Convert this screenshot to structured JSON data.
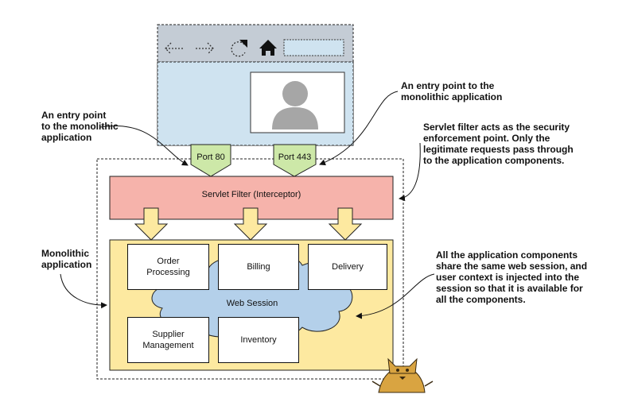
{
  "browser": {
    "back_icon": "arrow-left-icon",
    "forward_icon": "arrow-right-icon",
    "reload_icon": "reload-icon",
    "home_icon": "home-icon",
    "avatar_icon": "user-avatar-icon"
  },
  "ports": {
    "port80": "Port 80",
    "port443": "Port 443"
  },
  "filter_label": "Servlet Filter (Interceptor)",
  "components": {
    "order": "Order\nProcessing",
    "billing": "Billing",
    "delivery": "Delivery",
    "supplier": "Supplier\nManagement",
    "inventory": "Inventory"
  },
  "web_session_label": "Web Session",
  "callouts": {
    "entry_left": "An entry point\nto the monolithic\napplication",
    "entry_right": "An entry point to the\nmonolithic application",
    "servlet_filter": "Servlet filter acts as the security\nenforcement point. Only the\nlegitimate requests pass through\nto the application components.",
    "monolithic": "Monolithic\napplication",
    "session": "All the application components\nshare the same web session, and\nuser context is injected into the\nsession so that it is available for\nall the components."
  },
  "mascot_icon": "tomcat-logo-icon",
  "colors": {
    "browser_bar": "#c4ccd5",
    "browser_body": "#cfe3f0",
    "port": "#cde8a8",
    "filter": "#f6b3ab",
    "app_bg": "#fde9a0",
    "session": "#b4d0ea",
    "arrow": "#fde9a0"
  }
}
